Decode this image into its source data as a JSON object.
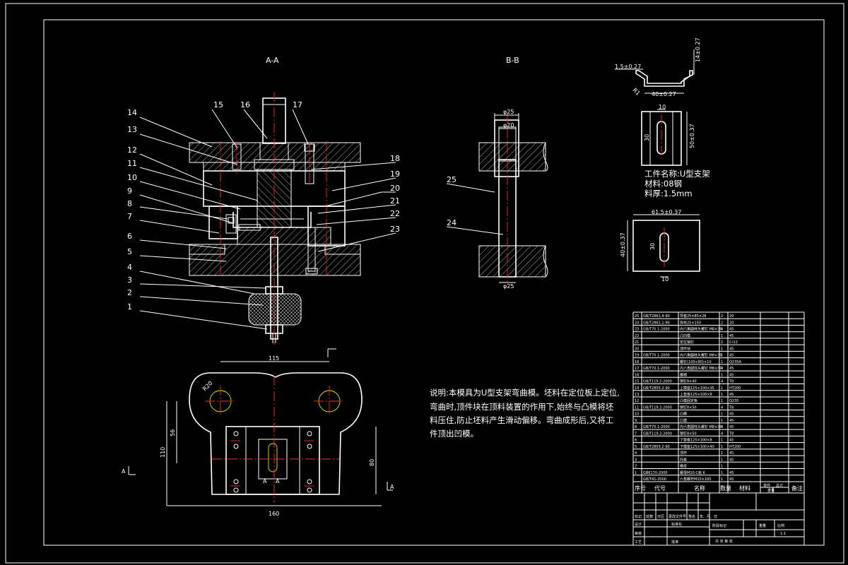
{
  "sections": {
    "aa": "A-A",
    "bb": "B-B"
  },
  "callouts": [
    "1",
    "2",
    "3",
    "4",
    "5",
    "6",
    "7",
    "8",
    "9",
    "10",
    "11",
    "12",
    "13",
    "14",
    "15",
    "16",
    "17",
    "18",
    "19",
    "20",
    "21",
    "22",
    "23",
    "24",
    "25"
  ],
  "dims": {
    "plan_width": "115",
    "plan_bottom": "160",
    "plan_left_inner": "56",
    "plan_left_outer": "110",
    "plan_right": "80",
    "plan_radius": "R20",
    "bb_top1": "φ25",
    "bb_top2": "φ20",
    "bb_bottom": "φ25",
    "part_h": "14±0.27",
    "part_t": "1.5±0.27",
    "part_w": "40±0.27",
    "part_r": "R1",
    "blank_w": "10",
    "blank_h": "30",
    "blank_len": "50±0.37",
    "flat_w": "61.5±0.37",
    "flat_h": "40±0.37",
    "flat_slot_h": "30",
    "flat_slot_w": "10"
  },
  "section_marks": {
    "left": "A",
    "right": "A",
    "plan_a": "A",
    "plan_a2": "A"
  },
  "part_info": {
    "name": "工件名称:U型支架",
    "material": "材料:08钢",
    "thickness": "料厚:1.5mm"
  },
  "explanation": {
    "line1": "说明:本模具为U型支架弯曲模。坯料在定位板上定位,",
    "line2": "弯曲时,顶件块在顶料装置的作用下,始终与凸模将坯",
    "line3": "料压住,防止坯料产生滑动偏移。弯曲成形后,又将工",
    "line4": "件顶出凹模。"
  },
  "bom": {
    "headers": [
      "序号",
      "代号",
      "名称",
      "数量",
      "材料",
      "单件",
      "总计",
      "备注"
    ],
    "weight_header": "重量",
    "rows": [
      [
        "25",
        "GB/T2861.4-90",
        "导套25×85×28",
        "2",
        "20",
        ""
      ],
      [
        "24",
        "GB/T2861.1-90",
        "导柱25×150",
        "2",
        "20",
        ""
      ],
      [
        "23",
        "GB/T70.1-2000",
        "内六角圆柱头螺钉 M8×30",
        "4",
        "45",
        ""
      ],
      [
        "22",
        "",
        "凸凹模",
        "1",
        "45",
        ""
      ],
      [
        "21",
        "",
        "定位销钉",
        "2",
        "Cr12",
        ""
      ],
      [
        "20",
        "",
        "顶件块",
        "1",
        "45",
        ""
      ],
      [
        "19",
        "GB/T70.1-2000",
        "内六角圆柱头螺钉 M8×30",
        "1",
        "45",
        ""
      ],
      [
        "18",
        "",
        "螺钉(100×80)×10",
        "1",
        "Q235A",
        ""
      ],
      [
        "17",
        "GB/T70.1-2000",
        "内六角圆柱头螺钉 M8×30",
        "4",
        "45",
        ""
      ],
      [
        "16",
        "",
        "模柄",
        "1",
        "45",
        ""
      ],
      [
        "15",
        "GB/T119.2-2000",
        "销钉8×40",
        "4",
        "T8",
        ""
      ],
      [
        "14",
        "GB/T2855.2-90",
        "上模座125×100×35",
        "1",
        "HT200",
        ""
      ],
      [
        "13",
        "",
        "上垫板125×100×8",
        "1",
        "45",
        ""
      ],
      [
        "12",
        "",
        "凸模固定板",
        "1",
        "Q235",
        ""
      ],
      [
        "11",
        "GB/T119.2-2000",
        "销钉8×50",
        "4",
        "T8",
        ""
      ],
      [
        "10",
        "",
        "凸模",
        "1",
        "45",
        ""
      ],
      [
        "9",
        "",
        "凸模",
        "1",
        "45",
        ""
      ],
      [
        "8",
        "GB/T70.1-2000",
        "内六角圆柱头螺钉 M8×30",
        "4",
        "45",
        ""
      ],
      [
        "7",
        "GB/T119.2-2000",
        "销钉8×50",
        "4",
        "T8",
        ""
      ],
      [
        "6",
        "",
        "下垫板125×100×8",
        "1",
        "45",
        ""
      ],
      [
        "5",
        "GB/T2855.2-90",
        "下模座125×100×40",
        "1",
        "HT200",
        ""
      ],
      [
        "4",
        "",
        "顶杆",
        "1",
        "45",
        ""
      ],
      [
        "3",
        "",
        "托板",
        "1",
        "45",
        ""
      ],
      [
        "2",
        "",
        "橡皮",
        "1",
        "",
        ""
      ],
      [
        "1",
        "GB6170-2000",
        "螺母M10-C级 6",
        "1",
        "45",
        ""
      ],
      [
        "",
        "GB/T41-2000",
        "六角螺杆M10×100",
        "1",
        "45",
        ""
      ]
    ]
  },
  "title_block": {
    "row1": [
      "标记",
      "处数",
      "分区",
      "更改文件号",
      "签名",
      "年、月、日"
    ],
    "row2": [
      "设计",
      "",
      "",
      "标准化"
    ],
    "row3": [
      "审核"
    ],
    "row4": [
      "工艺",
      "",
      "",
      "批准"
    ],
    "stage": "阶段标记",
    "weight": "重量",
    "scale": "比例",
    "scale_val": "1:1",
    "sheets": "共   张   第   张"
  }
}
